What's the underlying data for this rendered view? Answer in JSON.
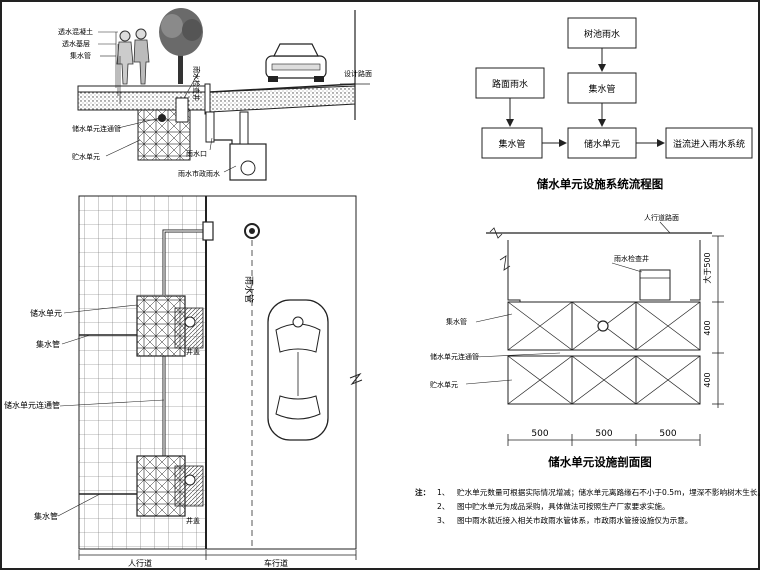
{
  "section_labels": {
    "permeable_concrete": "透水混凝土",
    "permeable_base": "透水基层",
    "collector_pipe": "集水管",
    "storage_link_pipe": "储水单元连通管",
    "storage_unit": "贮水单元",
    "inspection_well": "雨水检查井",
    "outlet": "雨水口",
    "stormwater_pipe": "雨水市政雨水",
    "design_ground": "设计路面"
  },
  "plan_labels": {
    "storage_unit": "储水单元",
    "collector_pipe_1": "集水管",
    "storage_link_pipe": "储水单元连通管",
    "collector_pipe_2": "集水管",
    "rain_pipe": "雨水管",
    "well_1": "井盖",
    "well_2": "井盖",
    "sidewalk": "人行道",
    "roadway": "车行道"
  },
  "flow": {
    "title": "储水单元设施系统流程图",
    "tree_pit_water": "树池雨水",
    "road_water": "路面雨水",
    "collector_top": "集水管",
    "collector_left": "集水管",
    "storage_unit": "储水单元",
    "overflow": "溢流进入雨水系统"
  },
  "profile": {
    "title": "储水单元设施剖面图",
    "sidewalk_surface": "人行道路面",
    "inspection_well": "雨水检查井",
    "collector_pipe": "集水管",
    "link_pipe": "储水单元连通管",
    "storage_unit": "贮水单元",
    "dim_500_1": "500",
    "dim_500_2": "500",
    "dim_500_3": "500",
    "dim_top": "大于500",
    "dim_400_1": "400",
    "dim_400_2": "400"
  },
  "notes": {
    "label": "注：",
    "items": [
      {
        "num": "1、",
        "text": "贮水单元数量可根据实际情况增减；储水单元离路缘石不小于0.5m，埋深不影响树木生长。"
      },
      {
        "num": "2、",
        "text": "图中贮水单元为成品采购，具体做法可按照生产厂家要求实施。"
      },
      {
        "num": "3、",
        "text": "图中雨水就近接入相关市政雨水管体系，市政雨水管接设施仅为示意。"
      }
    ]
  }
}
